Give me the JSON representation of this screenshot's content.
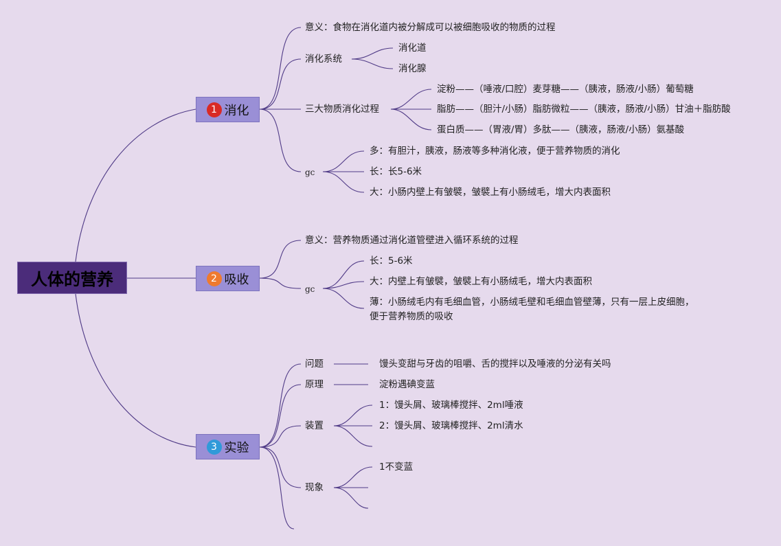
{
  "root": "人体的营养",
  "colors": {
    "background": "#e6daed",
    "root_fill": "#4b2c7a",
    "topic_fill": "#9a8fd6",
    "line": "#4f3a86",
    "badge_1": "#d92a25",
    "badge_2": "#ef7a2f",
    "badge_3": "#2f9ad9"
  },
  "digestion": {
    "num": "1",
    "title": "消化",
    "meaning": "意义：食物在消化道内被分解成可以被细胞吸收的物质的过程",
    "system": {
      "label": "消化系统",
      "items": [
        "消化道",
        "消化腺"
      ]
    },
    "process": {
      "label": "三大物质消化过程",
      "items": [
        "淀粉——（唾液/口腔）麦芽糖——（胰液，肠液/小肠）葡萄糖",
        "脂肪——（胆汁/小肠）脂肪微粒——（胰液，肠液/小肠）甘油＋脂肪酸",
        "蛋白质——（胃液/胃）多肽——（胰液，肠液/小肠）氨基酸"
      ]
    },
    "gc": {
      "label": "gc",
      "items": [
        "多：有胆汁，胰液，肠液等多种消化液，便于营养物质的消化",
        "长：长5-6米",
        "大：小肠内壁上有皱襞，皱襞上有小肠绒毛，增大内表面积"
      ]
    }
  },
  "absorption": {
    "num": "2",
    "title": "吸收",
    "meaning": "意义：营养物质通过消化道管壁进入循环系统的过程",
    "gc": {
      "label": "gc",
      "items": [
        "长：5-6米",
        "大：内壁上有皱襞，皱襞上有小肠绒毛，增大内表面积",
        "薄：小肠绒毛内有毛细血管，小肠绒毛壁和毛细血管壁薄，只有一层上皮细胞，",
        "便于营养物质的吸收"
      ]
    }
  },
  "experiment": {
    "num": "3",
    "title": "实验",
    "question": {
      "label": "问题",
      "text": "馒头变甜与牙齿的咀嚼、舌的搅拌以及唾液的分泌有关吗"
    },
    "principle": {
      "label": "原理",
      "text": "淀粉遇碘变蓝"
    },
    "device": {
      "label": "装置",
      "items": [
        "1：馒头屑、玻璃棒搅拌、2ml唾液",
        "2：馒头屑、玻璃棒搅拌、2ml清水"
      ]
    },
    "phenomenon": {
      "label": "现象",
      "items": [
        "1不变蓝"
      ]
    }
  }
}
